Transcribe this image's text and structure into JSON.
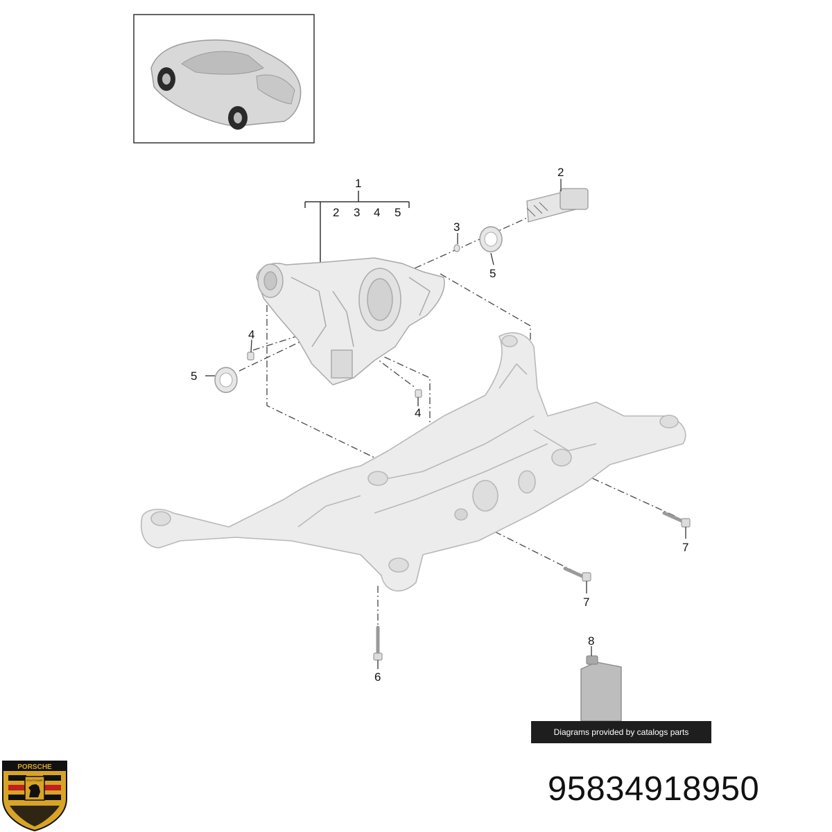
{
  "callouts": {
    "c1": "1",
    "c1_sub": [
      "2",
      "3",
      "4",
      "5"
    ],
    "c2": "2",
    "c3": "3",
    "c4_left": "4",
    "c4_right": "4",
    "c5_left": "5",
    "c5_right": "5",
    "c6": "6",
    "c7_upper": "7",
    "c7_lower": "7",
    "c8": "8"
  },
  "credit": "Diagrams provided by catalogs parts",
  "part_number": "95834918950",
  "brand": {
    "logo_text": "PORSCHE",
    "logo_city": "STUTTGART",
    "logo_colors": {
      "gold": "#d8a427",
      "red": "#c0201f",
      "black": "#111111"
    }
  },
  "diagram_colors": {
    "part_fill": "#ececec",
    "part_stroke": "#b8b8b8",
    "line": "#333333"
  }
}
